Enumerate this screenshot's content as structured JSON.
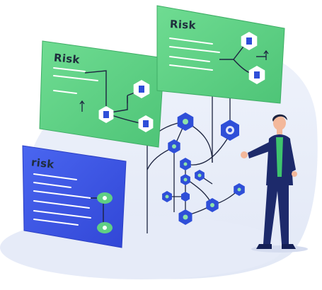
{
  "panels": {
    "top_right": {
      "label": "Risk"
    },
    "top_left": {
      "label": "Risk"
    },
    "bottom_left": {
      "label": "risk"
    }
  },
  "colors": {
    "panel_green": "#5fcf83",
    "panel_green_border": "#3fae66",
    "panel_blue": "#3d57e6",
    "panel_text_dark": "#1f2d3d",
    "navy": "#1d2a6b",
    "node_blue": "#2f4fd8",
    "node_green": "#3ec46d",
    "backdrop": "#e8edf9",
    "line": "#1d2440"
  },
  "icons": {
    "person": "person-illustration",
    "node": "hexagon-node-icon",
    "arrow": "arrow-up-icon"
  }
}
